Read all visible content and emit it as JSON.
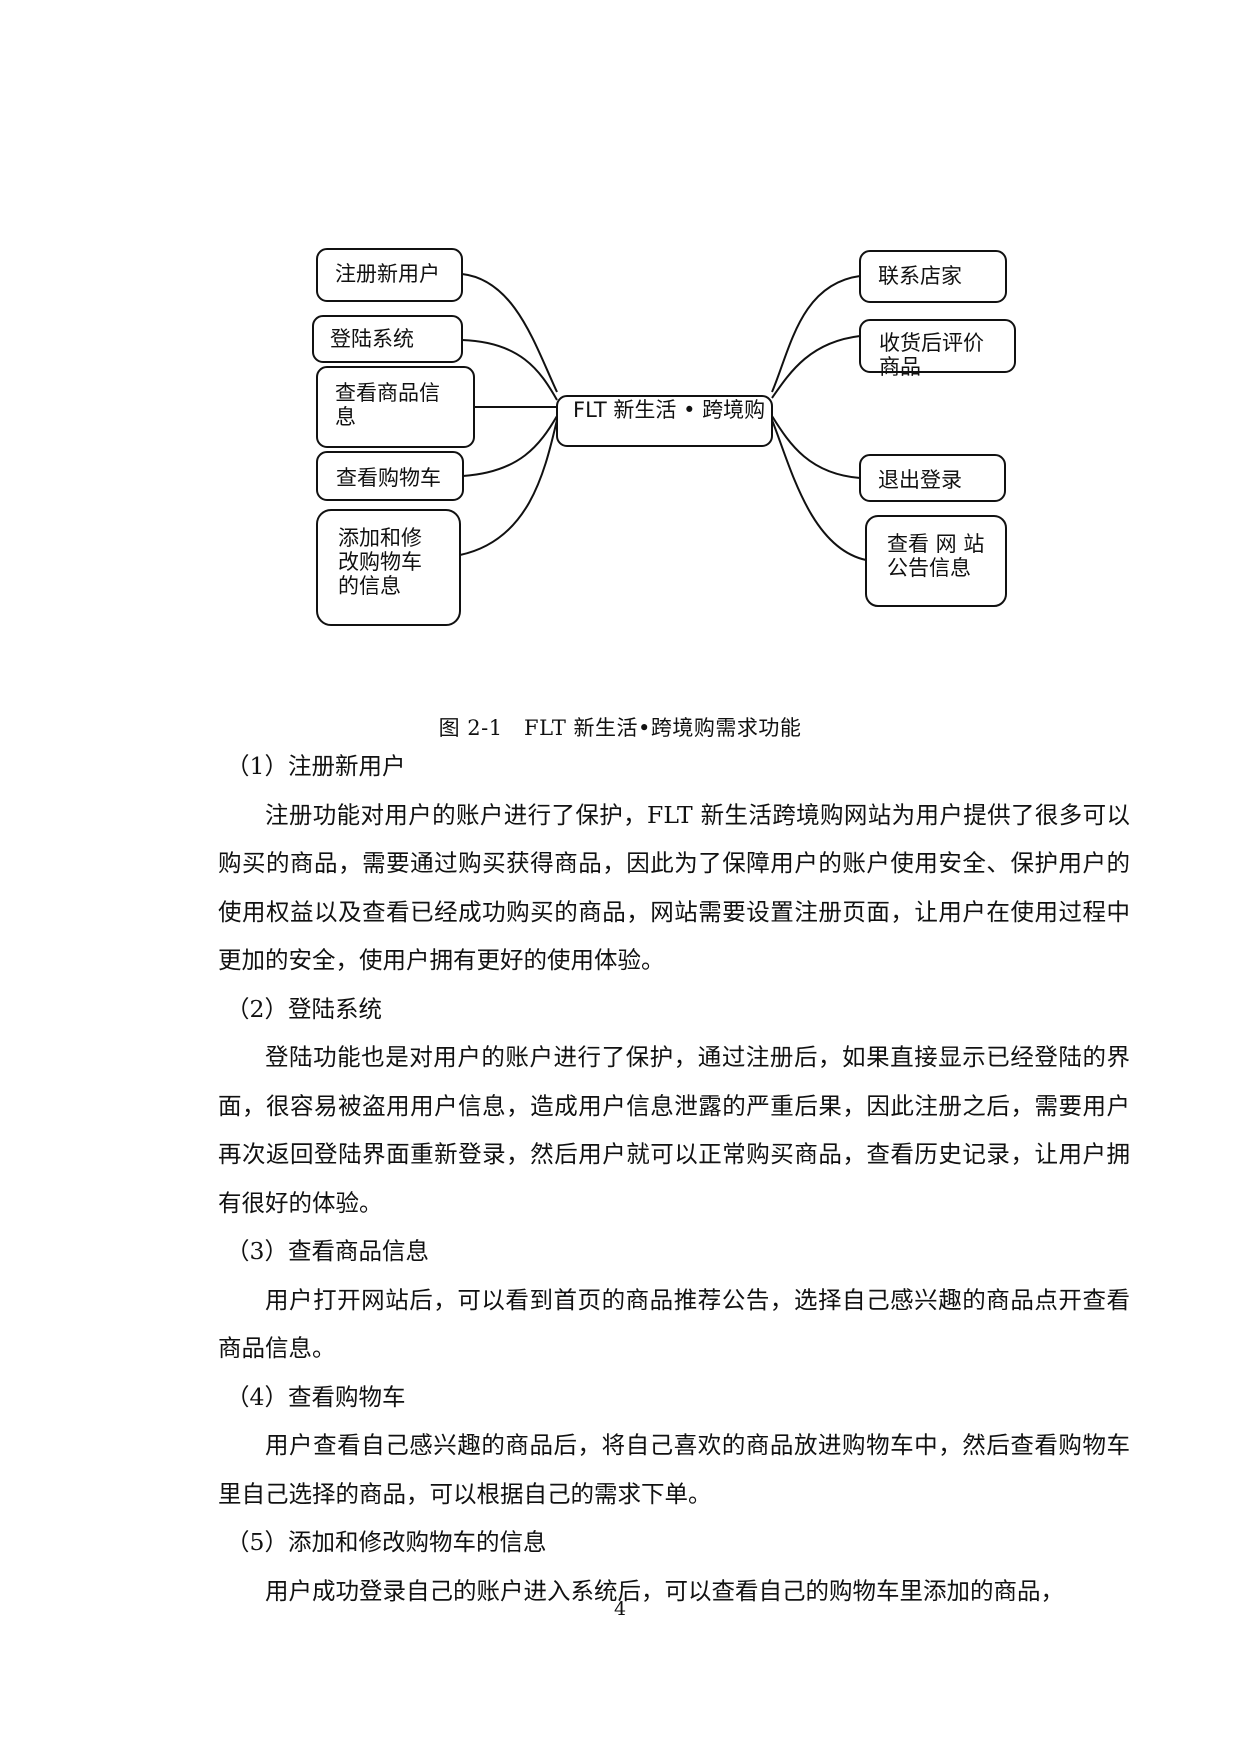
{
  "diagram": {
    "center": "FLT 新生活 • 跨境购",
    "left_nodes": [
      "注册新用户",
      "登陆系统",
      "查看商品信息",
      "查看购物车",
      "添加和修改购物车的信息"
    ],
    "right_nodes": [
      "联系店家",
      "收货后评价商品",
      "退出登录",
      "查看 网 站公告信息"
    ]
  },
  "caption": "图 2-1　FLT 新生活•跨境购需求功能",
  "sections": [
    {
      "heading": "（1）注册新用户",
      "text": "注册功能对用户的账户进行了保护，FLT 新生活跨境购网站为用户提供了很多可以购买的商品，需要通过购买获得商品，因此为了保障用户的账户使用安全、保护用户的使用权益以及查看已经成功购买的商品，网站需要设置注册页面，让用户在使用过程中更加的安全，使用户拥有更好的使用体验。"
    },
    {
      "heading": "（2）登陆系统",
      "text": "登陆功能也是对用户的账户进行了保护，通过注册后，如果直接显示已经登陆的界面，很容易被盗用用户信息，造成用户信息泄露的严重后果，因此注册之后，需要用户再次返回登陆界面重新登录，然后用户就可以正常购买商品，查看历史记录，让用户拥有很好的体验。"
    },
    {
      "heading": "（3）查看商品信息",
      "text": "用户打开网站后，可以看到首页的商品推荐公告，选择自己感兴趣的商品点开查看商品信息。"
    },
    {
      "heading": "（4）查看购物车",
      "text": "用户查看自己感兴趣的商品后，将自己喜欢的商品放进购物车中，然后查看购物车里自己选择的商品，可以根据自己的需求下单。"
    },
    {
      "heading": "（5）添加和修改购物车的信息",
      "text": "用户成功登录自己的账户进入系统后，可以查看自己的购物车里添加的商品，"
    }
  ],
  "page_number": "4"
}
